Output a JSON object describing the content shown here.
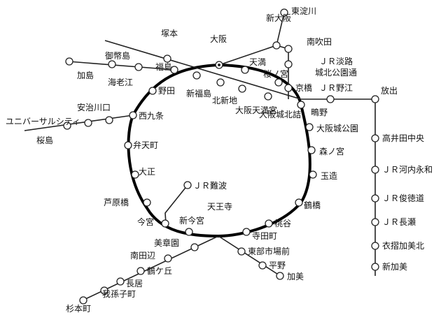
{
  "map": {
    "loop_line_color": "#000000",
    "branch_line_color": "#222222",
    "stations": {
      "osaka": "大阪",
      "tenma": "天満",
      "sakuranomiya": "桜ノ宮",
      "kyobashi": "京橋",
      "osakajokoen": "大阪城公園",
      "morinomiya": "森ノ宮",
      "tamatsukuri": "玉造",
      "tsuruhashi": "鶴橋",
      "momodani": "桃谷",
      "teradacho": "寺田町",
      "tennoji": "天王寺",
      "shinimamiya": "新今宮",
      "imamiya": "今宮",
      "ashiharabashi": "芦原橋",
      "taisho": "大正",
      "bentencho": "弁天町",
      "nishikujo": "西九条",
      "noda": "野田",
      "fukushima": "福島",
      "jrnamba": "ＪＲ難波",
      "tsukamoto": "塚本",
      "mitejima": "御幣島",
      "kashima": "加島",
      "ebie": "海老江",
      "shinfukushima": "新福島",
      "kitashinchi": "北新地",
      "osakatenmangu": "大阪天満宮",
      "osakajokitazume": "大阪城北詰",
      "ajikawaguchi": "安治川口",
      "universal": "ユニバーサルシティ",
      "sakurajima": "桜島",
      "shinosaka": "新大阪",
      "higashiyodogawa": "東淀川",
      "minamisuita": "南吹田",
      "jrawaji": "ＪＲ淡路",
      "shirokitakoen": "城北公園通",
      "jrnoe": "ＪＲ野江",
      "shigino": "鴫野",
      "hanaten": "放出",
      "takaidachuo": "高井田中央",
      "jrkawachieiwa": "ＪＲ河内永和",
      "jrshuntokumichi": "ＪＲ俊徳道",
      "jrnagase": "ＪＲ長瀬",
      "kisaichi": "衣摺加美北",
      "shinkami": "新加美",
      "bishoen": "美章園",
      "minamitanabe": "南田辺",
      "tsurugaoka": "鶴ケ丘",
      "nagai": "長居",
      "abikocho": "我孫子町",
      "sugimotocho": "杉本町",
      "higashibuichiba": "東部市場前",
      "hirano": "平野",
      "kami": "加美"
    }
  }
}
